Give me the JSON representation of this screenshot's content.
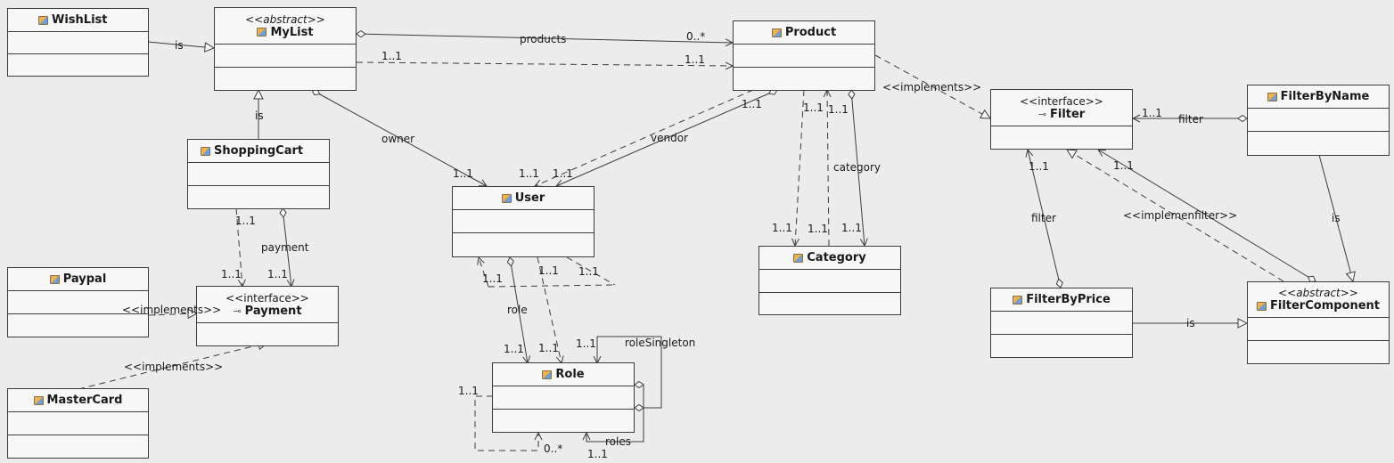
{
  "classes": {
    "wishlist": {
      "name": "WishList"
    },
    "mylist": {
      "stereotype": "<<abstract>>",
      "name": "MyList"
    },
    "shoppingcart": {
      "name": "ShoppingCart"
    },
    "product": {
      "name": "Product"
    },
    "user": {
      "name": "User"
    },
    "category": {
      "name": "Category"
    },
    "filter": {
      "stereotype": "<<interface>>",
      "name": "Filter"
    },
    "filterbyname": {
      "name": "FilterByName"
    },
    "filterbyprice": {
      "name": "FilterByPrice"
    },
    "filtercomponent": {
      "stereotype": "<<abstract>>",
      "name": "FilterComponent"
    },
    "paypal": {
      "name": "Paypal"
    },
    "payment": {
      "stereotype": "<<interface>>",
      "name": "Payment"
    },
    "mastercard": {
      "name": "MasterCard"
    },
    "role": {
      "name": "Role"
    }
  },
  "labels": {
    "is_wishlist": "is",
    "products": "products",
    "products_mult": "0..*",
    "mylist_dash_src": "1..1",
    "mylist_dash_tgt": "1..1",
    "is_cart": "is",
    "owner": "owner",
    "owner_mult": "1..1",
    "vendor": "vendor",
    "vendor_src": "1..1",
    "vendor_tgt": "1..1",
    "implements_filter": "<<implements>>",
    "cat_mult1": "1..1",
    "cat_mult2": "1..1",
    "cat_mult3": "1..1",
    "cat_mult4": "1..1",
    "category": "category",
    "cat_mult5": "1..1",
    "cart_dash_src": "1..1",
    "payment": "payment",
    "pay_mult1": "1..1",
    "pay_mult2": "1..1",
    "implements_paypal": "<<implements>>",
    "implements_mastercard": "<<implements>>",
    "user_self1": "1..1",
    "user_self2": "1..1",
    "user_self3": "1..1",
    "role": "role",
    "role_mult1": "1..1",
    "role_mult2": "1..1",
    "role_single_mult": "1..1",
    "roleSingleton": "roleSingleton",
    "role_left": "1..1",
    "roles_mult": "0..*",
    "roles": "roles",
    "roles_mult2": "1..1",
    "filter_name_mult": "1..1",
    "filter_name": "filter",
    "filter_price_mult": "1..1",
    "filter_price": "filter",
    "filtercomp_mult": "1..1",
    "implemenfilter": "<<implemenfilter>>",
    "is_name": "is",
    "is_price": "is"
  },
  "colors": {
    "background": "#ececec",
    "box": "#f7f7f7",
    "line": "#3c3c3c"
  }
}
